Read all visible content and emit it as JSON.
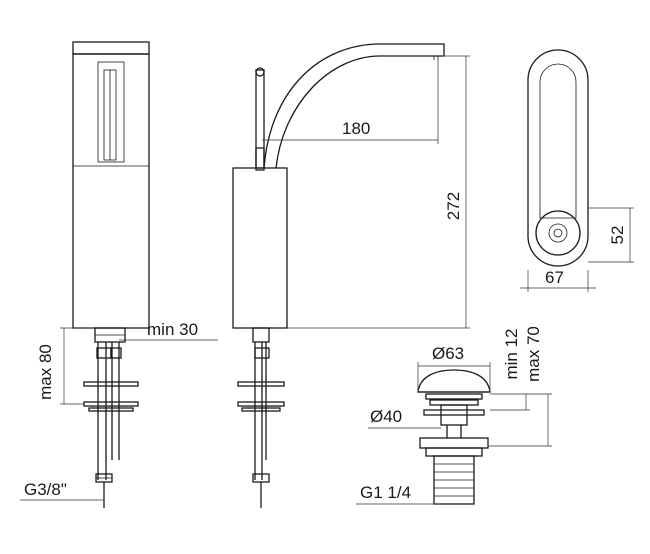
{
  "dimensions": {
    "spout_reach": "180",
    "height": "272",
    "base_depth": "52",
    "base_width": "67",
    "side_clearance": "min 30",
    "max_deck": "max 80",
    "inlet_thread": "G3/8\"",
    "waste_cap_diameter": "Ø63",
    "waste_body_diameter": "Ø40",
    "waste_min": "min 12",
    "waste_max": "max 70",
    "waste_thread": "G1 1/4"
  }
}
